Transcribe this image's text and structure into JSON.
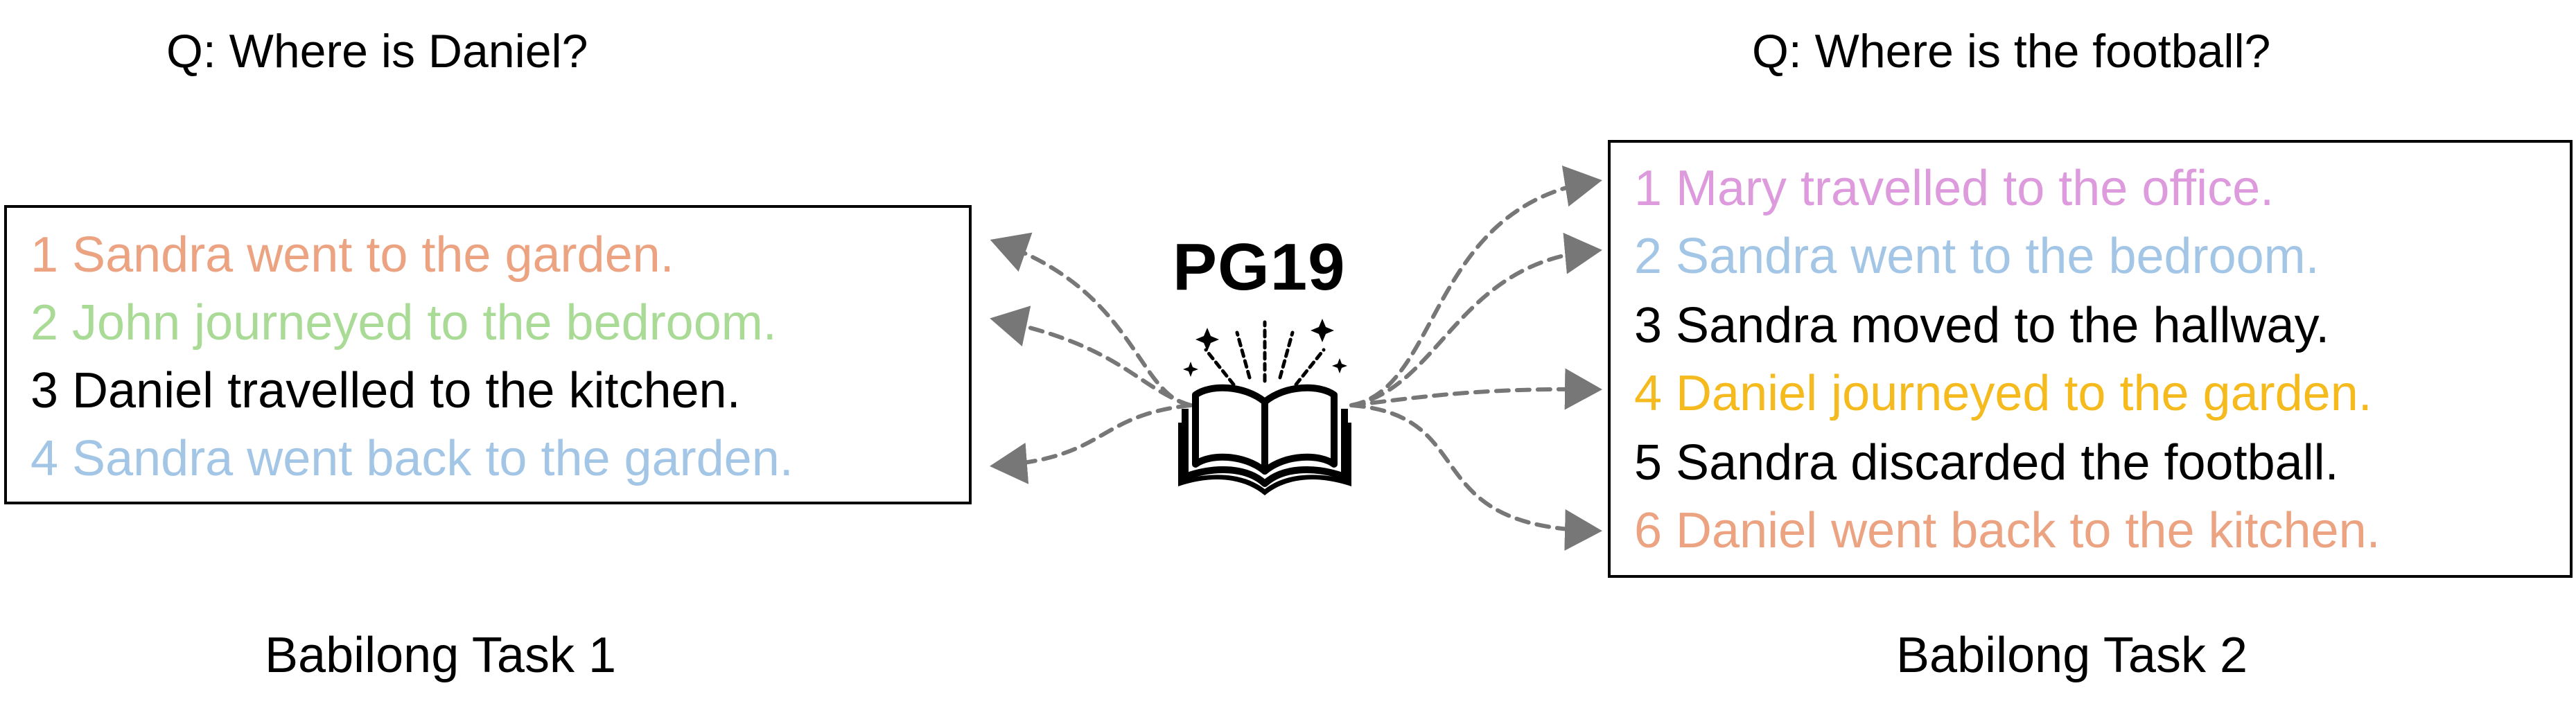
{
  "left_panel": {
    "question": "Q: Where is Daniel?",
    "task_label": "Babilong Task 1",
    "sentences": [
      {
        "text": "1 Sandra went to the garden.",
        "color": "#EBA382"
      },
      {
        "text": "2 John journeyed to the bedroom.",
        "color": "#A9DB96"
      },
      {
        "text": "3 Daniel travelled to the kitchen.",
        "color": "#000000"
      },
      {
        "text": "4 Sandra went back to the garden.",
        "color": "#A3C6E6"
      }
    ]
  },
  "right_panel": {
    "question": "Q: Where is the football?",
    "task_label": "Babilong Task 2",
    "sentences": [
      {
        "text": "1 Mary travelled to the office.",
        "color": "#DD9BDD"
      },
      {
        "text": "2 Sandra went to the bedroom.",
        "color": "#A3C6E6"
      },
      {
        "text": "3 Sandra moved to the hallway.",
        "color": "#000000"
      },
      {
        "text": "4 Daniel journeyed to the garden.",
        "color": "#F5BA1E"
      },
      {
        "text": "5 Sandra discarded the football.",
        "color": "#000000"
      },
      {
        "text": "6 Daniel went back to the kitchen.",
        "color": "#EBA382"
      }
    ]
  },
  "center": {
    "source_label": "PG19",
    "icon": "open-book-icon",
    "arrow_color": "#777777"
  }
}
